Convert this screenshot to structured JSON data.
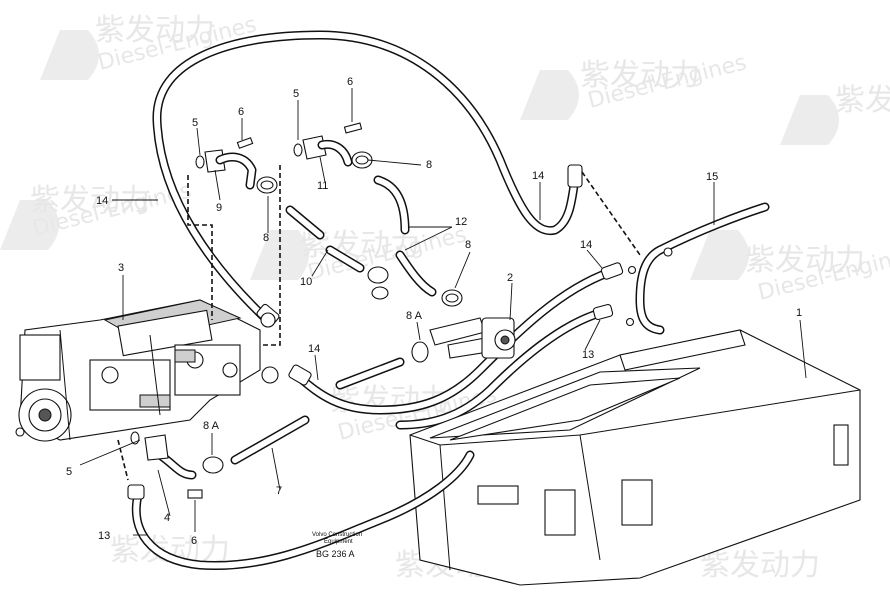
{
  "watermark": {
    "brand_cn": "紫发动力",
    "brand_en": "Diesel-Engines"
  },
  "caption": {
    "line1": "Volvo Construction",
    "line2": "Equipment",
    "code": "BG 236 A"
  },
  "callouts": {
    "c1": "1",
    "c2": "2",
    "c3": "3",
    "c4": "4",
    "c5a": "5",
    "c5b": "5",
    "c5c": "5",
    "c6a": "6",
    "c6b": "6",
    "c6c": "6",
    "c7": "7",
    "c8a": "8",
    "c8b": "8",
    "c8c": "8",
    "c8A1": "8 A",
    "c8A2": "8 A",
    "c9": "9",
    "c10": "10",
    "c11": "11",
    "c12": "12",
    "c13a": "13",
    "c13b": "13",
    "c14a": "14",
    "c14b": "14",
    "c14c": "14",
    "c14d": "14",
    "c15": "15"
  }
}
